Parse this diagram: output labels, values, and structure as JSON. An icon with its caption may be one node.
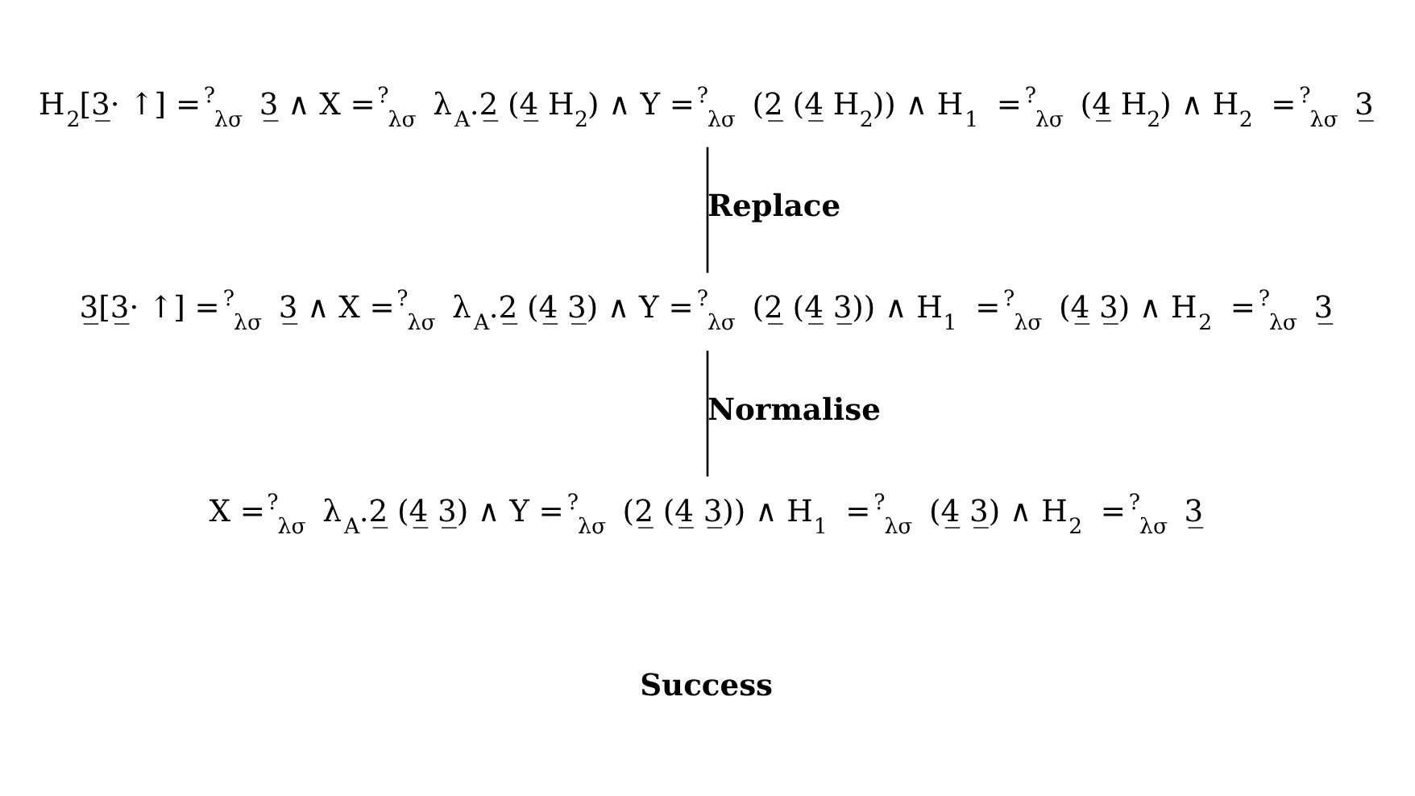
{
  "diagram": {
    "nodes": [
      {
        "text": [
          "H$_{2}$[3̲· ↑] =$^{?}$$_{λσ}$ 3̲ ∧ X =$^{?}$$_{λσ}$ λ$_{A}$.2̲ (4̲ H$_{2}$) ∧ Y =$^{?}$$_{λσ}$ (2̲ (4̲ H$_{2}$)) ∧ H$_{1}$ =$^{?}$$_{λσ}$ (4̲ H$_{2}$) ∧ H$_{2}$ =$^{?}$$_{λσ}$ 3̲"
        ]
      },
      {
        "text": [
          "3̲[3̲· ↑] =$^{?}$$_{λσ}$ 3̲ ∧ X =$^{?}$$_{λσ}$ λ$_{A}$.2̲ (4̲ 3̲) ∧ Y =$^{?}$$_{λσ}$ (2̲ (4̲ 3̲)) ∧ H$_{1}$ =$^{?}$$_{λσ}$ (4̲ 3̲) ∧ H$_{2}$ =$^{?}$$_{λσ}$ 3̲"
        ]
      },
      {
        "text": [
          "X =$^{?}$$_{λσ}$ λ$_{A}$.2̲ (4̲ 3̲) ∧ Y =$^{?}$$_{λσ}$ (2̲ (4̲ 3̲)) ∧ H$_{1}$ =$^{?}$$_{λσ}$ (4̲ 3̲) ∧ H$_{2}$ =$^{?}$$_{λσ}$ 3̲"
        ]
      }
    ],
    "edges": [
      {
        "from": 0,
        "to": 1,
        "label": "Replace",
        "arrow": "none"
      },
      {
        "from": 1,
        "to": 2,
        "label": "Normalise",
        "arrow": "none"
      }
    ],
    "labels": [
      "Success"
    ]
  }
}
